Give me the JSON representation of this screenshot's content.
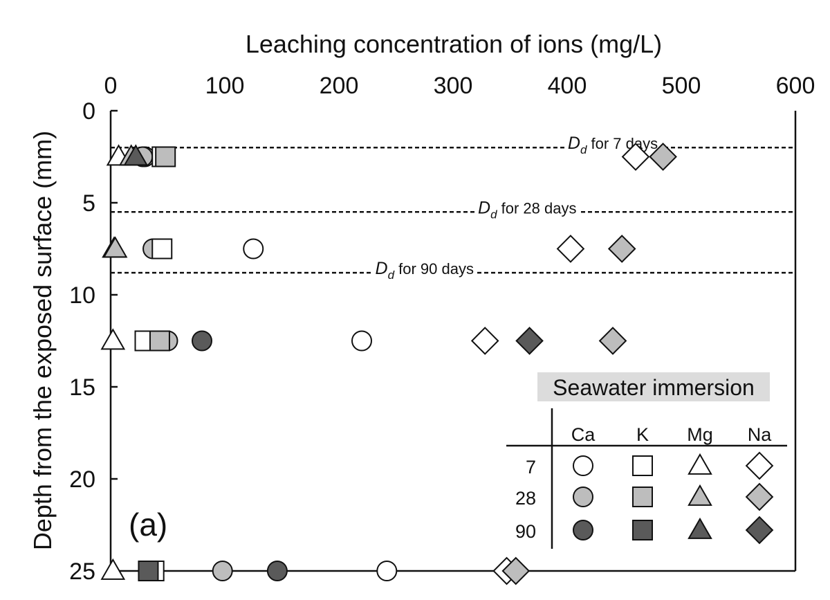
{
  "chart_data": {
    "type": "scatter",
    "title": "",
    "xlabel": "Leaching concentration of ions (mg/L)",
    "ylabel": "Depth from the exposed surface (mm)",
    "xlim": [
      0,
      600
    ],
    "ylim": [
      0,
      25
    ],
    "y_inverted": true,
    "x_axis_position": "top",
    "x_ticks": [
      "0",
      "100",
      "200",
      "300",
      "400",
      "500",
      "600"
    ],
    "y_ticks": [
      "0",
      "5",
      "10",
      "15",
      "20",
      "25"
    ],
    "grid": false,
    "panel_label": "(a)",
    "depth_lines": [
      {
        "depth": 2.0,
        "symbol": "D",
        "subscript": "d",
        "text": " for 7 days",
        "label_x": 440
      },
      {
        "depth": 5.5,
        "symbol": "D",
        "subscript": "d",
        "text": " for 28 days",
        "label_x": 365
      },
      {
        "depth": 8.8,
        "symbol": "D",
        "subscript": "d",
        "text": " for 90 days",
        "label_x": 275
      }
    ],
    "series": [
      {
        "name": "Ca 7",
        "ion": "Ca",
        "days": "7",
        "marker": "circle",
        "fill": "#ffffff",
        "points": [
          [
            30,
            2.5
          ],
          [
            125,
            7.5
          ],
          [
            220,
            12.5
          ],
          [
            242,
            25
          ]
        ]
      },
      {
        "name": "Ca 28",
        "ion": "Ca",
        "days": "28",
        "marker": "circle",
        "fill": "#bdbdbd",
        "points": [
          [
            28,
            2.5
          ],
          [
            37,
            7.5
          ],
          [
            50,
            12.5
          ],
          [
            98,
            25
          ]
        ]
      },
      {
        "name": "Ca 90",
        "ion": "Ca",
        "days": "90",
        "marker": "circle",
        "fill": "#5a5a5a",
        "points": [
          [
            80,
            12.5
          ],
          [
            146,
            25
          ]
        ]
      },
      {
        "name": "K 7",
        "ion": "K",
        "days": "7",
        "marker": "square",
        "fill": "#ffffff",
        "points": [
          [
            45,
            2.5
          ],
          [
            45,
            7.5
          ],
          [
            30,
            12.5
          ],
          [
            38,
            25
          ]
        ]
      },
      {
        "name": "K 28",
        "ion": "K",
        "days": "28",
        "marker": "square",
        "fill": "#bdbdbd",
        "points": [
          [
            48,
            2.5
          ],
          [
            43,
            12.5
          ]
        ]
      },
      {
        "name": "K 90",
        "ion": "K",
        "days": "90",
        "marker": "square",
        "fill": "#5a5a5a",
        "points": [
          [
            33,
            25
          ]
        ]
      },
      {
        "name": "Mg 7",
        "ion": "Mg",
        "days": "7",
        "marker": "triangle",
        "fill": "#ffffff",
        "points": [
          [
            7,
            2.5
          ],
          [
            3,
            7.5
          ],
          [
            2,
            12.5
          ],
          [
            2,
            25
          ]
        ]
      },
      {
        "name": "Mg 28",
        "ion": "Mg",
        "days": "28",
        "marker": "triangle",
        "fill": "#bdbdbd",
        "points": [
          [
            18,
            2.5
          ],
          [
            4,
            7.5
          ]
        ]
      },
      {
        "name": "Mg 90",
        "ion": "Mg",
        "days": "90",
        "marker": "triangle",
        "fill": "#5a5a5a",
        "points": [
          [
            22,
            2.5
          ]
        ]
      },
      {
        "name": "Na 7",
        "ion": "Na",
        "days": "7",
        "marker": "diamond",
        "fill": "#ffffff",
        "points": [
          [
            460,
            2.5
          ],
          [
            403,
            7.5
          ],
          [
            328,
            12.5
          ],
          [
            347,
            25
          ]
        ]
      },
      {
        "name": "Na 28",
        "ion": "Na",
        "days": "28",
        "marker": "diamond",
        "fill": "#bdbdbd",
        "points": [
          [
            484,
            2.5
          ],
          [
            448,
            7.5
          ],
          [
            440,
            12.5
          ],
          [
            355,
            25
          ]
        ]
      },
      {
        "name": "Na 90",
        "ion": "Na",
        "days": "90",
        "marker": "diamond",
        "fill": "#5a5a5a",
        "points": [
          [
            367,
            12.5
          ]
        ]
      }
    ],
    "legend": {
      "title": "Seawater immersion",
      "columns": [
        "Ca",
        "K",
        "Mg",
        "Na"
      ],
      "column_markers": [
        "circle",
        "square",
        "triangle",
        "diamond"
      ],
      "rows": [
        "7",
        "28",
        "90"
      ],
      "row_fills": [
        "#ffffff",
        "#bdbdbd",
        "#5a5a5a"
      ],
      "placement": "bottom-right"
    }
  }
}
